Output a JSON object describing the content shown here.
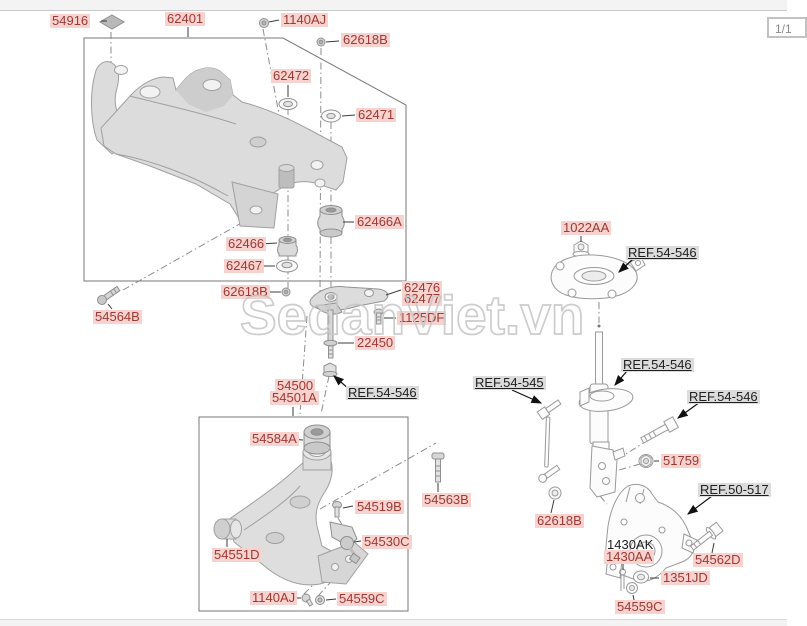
{
  "page": {
    "paginator": "1/1",
    "watermark": "SedanViet.vn"
  },
  "colors": {
    "highlight_bg": "#f8d2ce",
    "highlight_text": "#9c3a34",
    "ref_bg": "#dcdcdc",
    "part_fill": "#dcdcdc",
    "part_stroke": "#a0a0a0",
    "watermark_stroke": "#c8c8c8",
    "leader_line": "#3c3c3c",
    "construction_line": "#8c8c8c"
  },
  "labels": [
    {
      "text": "54916"
    },
    {
      "text": "62401"
    },
    {
      "text": "1140AJ"
    },
    {
      "text": "62618B"
    },
    {
      "text": "62472"
    },
    {
      "text": "62471"
    },
    {
      "text": "62466A"
    },
    {
      "text": "62466"
    },
    {
      "text": "62467"
    },
    {
      "text": "62618B"
    },
    {
      "text": "54564B"
    },
    {
      "text": "62476"
    },
    {
      "text": "62477"
    },
    {
      "text": "1125DF"
    },
    {
      "text": "22450"
    },
    {
      "text": "REF.54-546"
    },
    {
      "text": "54500"
    },
    {
      "text": "54501A"
    },
    {
      "text": "54584A"
    },
    {
      "text": "54563B"
    },
    {
      "text": "54519B"
    },
    {
      "text": "54530C"
    },
    {
      "text": "54551D"
    },
    {
      "text": "1140AJ"
    },
    {
      "text": "54559C"
    },
    {
      "text": "1022AA"
    },
    {
      "text": "REF.54-546"
    },
    {
      "text": "REF.54-546"
    },
    {
      "text": "REF.54-545"
    },
    {
      "text": "REF.54-546"
    },
    {
      "text": "51759"
    },
    {
      "text": "62618B"
    },
    {
      "text": "REF.50-517"
    },
    {
      "text": "1430AK"
    },
    {
      "text": "1430AA"
    },
    {
      "text": "54562D"
    },
    {
      "text": "1351JD"
    },
    {
      "text": "54559C"
    }
  ]
}
